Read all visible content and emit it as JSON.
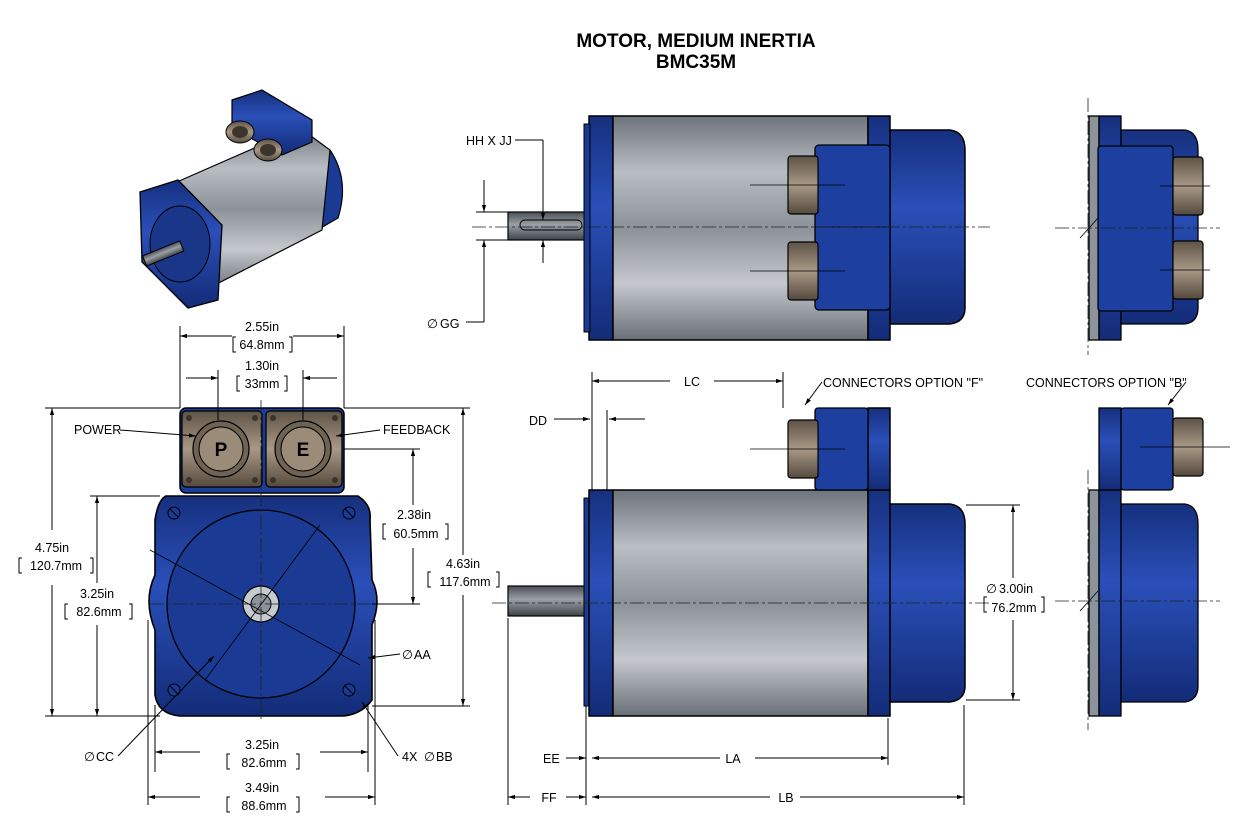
{
  "title": {
    "line1": "MOTOR, MEDIUM INERTIA",
    "line2": "BMC35M"
  },
  "connectors": {
    "power_letter": "P",
    "feedback_letter": "E",
    "power_label": "POWER",
    "feedback_label": "FEEDBACK",
    "option_f": "CONNECTORS OPTION \"F\"",
    "option_b": "CONNECTORS OPTION \"B\""
  },
  "dimensions": {
    "conn_span_in": "2.55in",
    "conn_span_mm": "64.8mm",
    "conn_pitch_in": "1.30in",
    "conn_pitch_mm": "33mm",
    "overall_h_in": "4.75in",
    "overall_h_mm": "120.7mm",
    "flange_h_in": "3.25in",
    "flange_h_mm": "82.6mm",
    "center_conn_in": "2.38in",
    "center_conn_mm": "60.5mm",
    "total_h_in": "4.63in",
    "total_h_mm": "117.6mm",
    "flange_w_in": "3.25in",
    "flange_w_mm": "82.6mm",
    "overall_w_in": "3.49in",
    "overall_w_mm": "88.6mm",
    "body_dia_in": "3.00in",
    "body_dia_mm": "76.2mm",
    "aa": "AA",
    "bb": "BB",
    "bb_prefix": "4X",
    "cc": "CC",
    "gg": "GG",
    "hh_jj": "HH X JJ",
    "dd": "DD",
    "ee": "EE",
    "ff": "FF",
    "la": "LA",
    "lb": "LB",
    "lc": "LC",
    "dia_symbol": "∅"
  },
  "colors": {
    "housing_blue": "#1e3f9e",
    "housing_dark": "#122b73",
    "body_grey": "#8d939b",
    "connector_bronze": "#8a7c6c",
    "outline": "#000000"
  }
}
